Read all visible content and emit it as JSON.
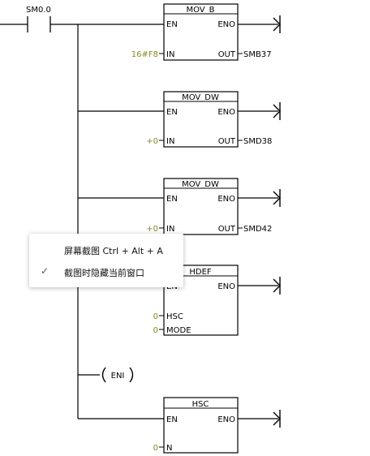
{
  "contact": {
    "label": "SM0.0"
  },
  "blocks": [
    {
      "title": "MOV_B",
      "en": "EN",
      "eno": "ENO",
      "in_label": "IN",
      "in_value": "16#F8",
      "out_label": "OUT",
      "out_value": "SMB37"
    },
    {
      "title": "MOV_DW",
      "en": "EN",
      "eno": "ENO",
      "in_label": "IN",
      "in_value": "+0",
      "out_label": "OUT",
      "out_value": "SMD38"
    },
    {
      "title": "MOV_DW",
      "en": "EN",
      "eno": "ENO",
      "in_label": "IN",
      "in_value": "+0",
      "out_label": "OUT",
      "out_value": "SMD42"
    },
    {
      "title": "HDEF",
      "en": "EN",
      "eno": "ENO",
      "hsc_label": "HSC",
      "hsc_value": "0",
      "mode_label": "MODE",
      "mode_value": "0"
    },
    {
      "title": "HSC",
      "en": "EN",
      "eno": "ENO",
      "n_label": "N",
      "n_value": "0"
    }
  ],
  "coil": {
    "label": "ENI"
  },
  "context_menu": {
    "items": [
      {
        "label": "屏幕截图 Ctrl + Alt + A",
        "checked": false
      },
      {
        "label": "截图时隐藏当前窗口",
        "checked": true
      }
    ]
  }
}
